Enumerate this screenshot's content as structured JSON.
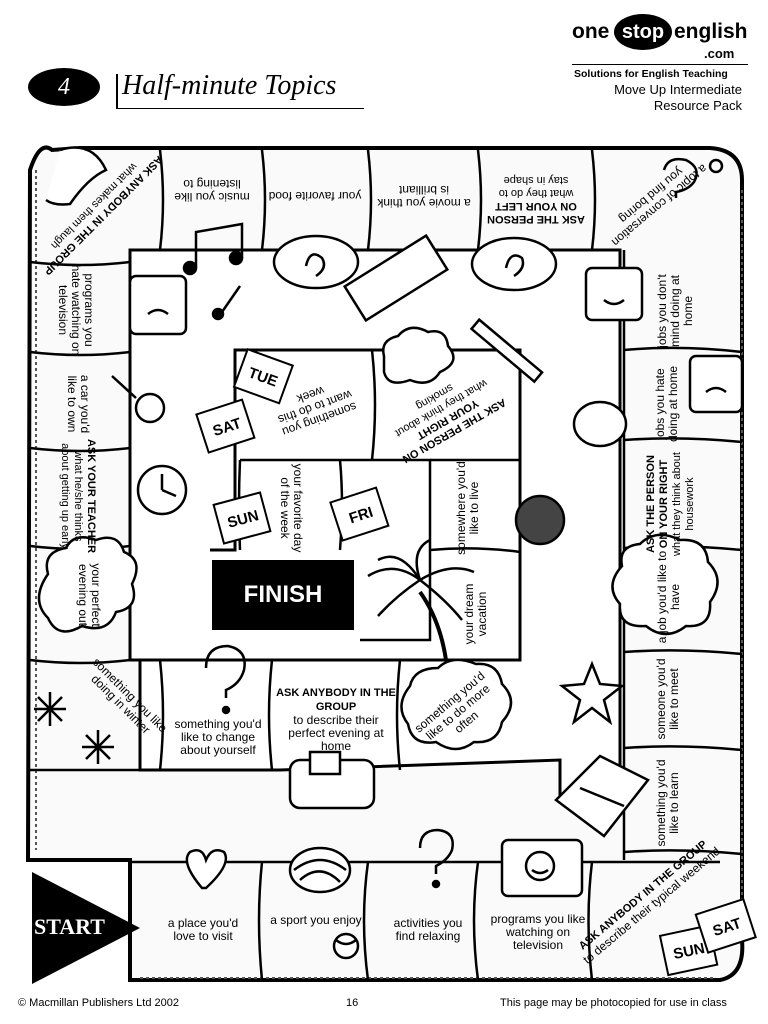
{
  "header": {
    "unit_number": "4",
    "title": "Half-minute Topics",
    "logo_one": "one",
    "logo_stop": "stop",
    "logo_english": "english",
    "logo_com": ".com",
    "tagline": "Solutions for English Teaching",
    "pack_line1": "Move Up Intermediate",
    "pack_line2": "Resource Pack"
  },
  "board": {
    "start_label": "START",
    "finish_label": "FINISH",
    "bottom_row": [
      "a place you'd love to visit",
      "a sport you enjoy",
      "activities you find relaxing",
      "programs you like watching on television"
    ],
    "corner_br": {
      "bold": "ASK ANYBODY IN THE GROUP",
      "text": "to describe their typical weekend"
    },
    "right_col": [
      "something you'd like to learn",
      "someone you'd like to meet",
      "a job you'd like to have",
      "jobs you hate doing at home",
      "jobs you don't mind doing at home"
    ],
    "right_col_ask": {
      "bold": "ASK THE PERSON ON YOUR RIGHT",
      "text": "what they think about housework"
    },
    "top_row": [
      "a topic of conversation you find boring",
      "stay in shape",
      "a movie you think is brilliant",
      "your favorite food",
      "music you like listening to"
    ],
    "top_row_ask": {
      "bold": "ASK THE PERSON ON YOUR LEFT",
      "text": "what they do to"
    },
    "corner_tl": {
      "bold": "ASK ANYBODY IN THE GROUP",
      "text": "what makes them laugh"
    },
    "left_col": [
      "programs you hate watching on television",
      "a car you'd like to own",
      "what he/she thinks about getting up early",
      "your perfect evening out",
      "something you like doing in winter"
    ],
    "left_col_ask": {
      "bold": "ASK YOUR TEACHER"
    },
    "inner_bottom": [
      "something you'd like to change about yourself",
      "to describe their perfect evening at home",
      "something you'd like to do more often"
    ],
    "inner_bottom_ask": {
      "bold": "ASK ANYBODY IN THE GROUP"
    },
    "inner_right": [
      "your dream vacation",
      "somewhere you'd like to live"
    ],
    "inner_top": [
      "ASK THE PERSON ON YOUR RIGHT",
      "what they think about smoking",
      "something you want to do this week"
    ],
    "inner_left": [
      "your favorite day of the week"
    ],
    "day_cards": [
      "TUE",
      "SAT",
      "SUN",
      "FRI",
      "SUN",
      "SAT"
    ]
  },
  "footer": {
    "copyright": "© Macmillan Publishers Ltd 2002",
    "page_number": "16",
    "notice": "This page may be photocopied for use in class"
  }
}
